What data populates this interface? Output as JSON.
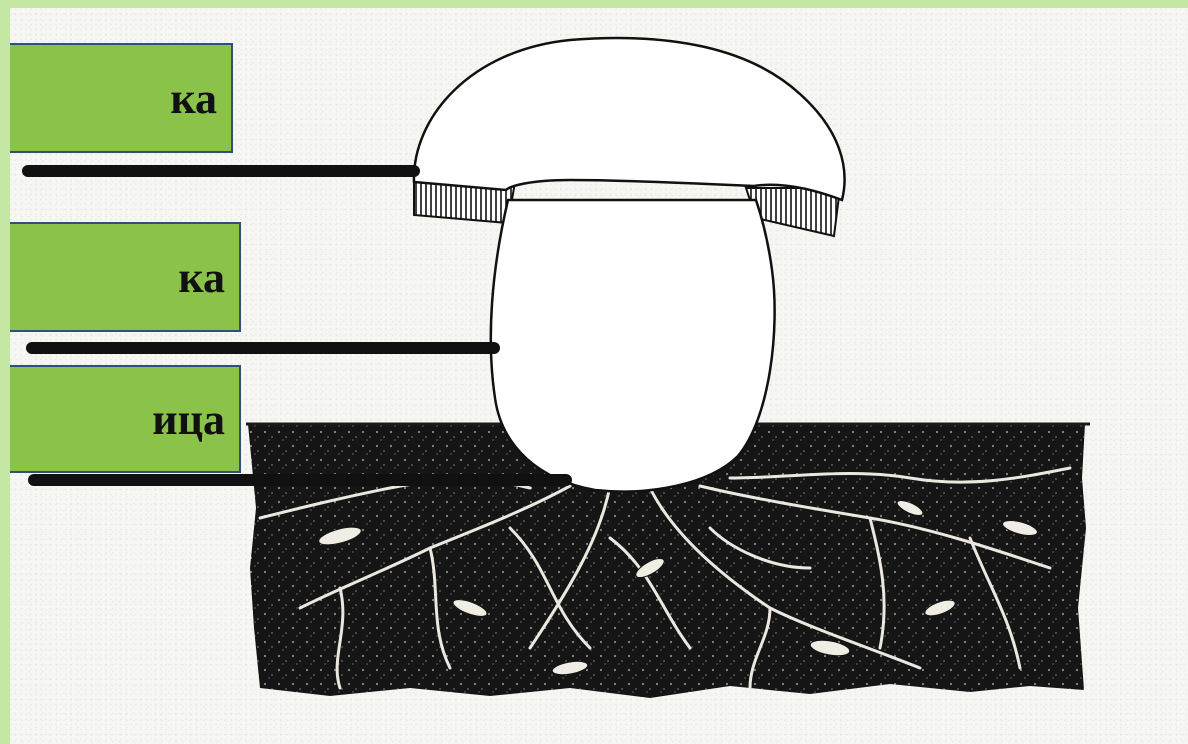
{
  "labels": {
    "cap": "ка",
    "stem": "ка",
    "mycelium": "ица"
  },
  "colors": {
    "background": "#c4e8a4",
    "label_fill": "#8bc34a",
    "label_border": "#2e4f7f",
    "ink": "#111111"
  }
}
